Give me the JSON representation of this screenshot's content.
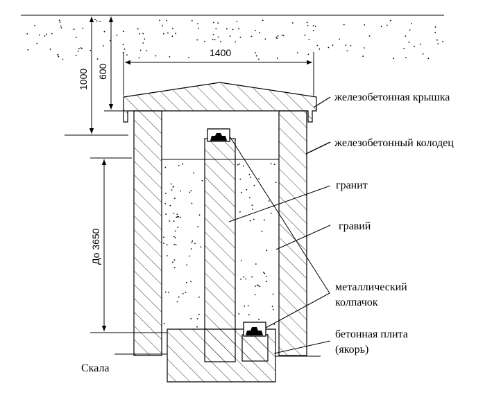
{
  "dimensions": {
    "width_1400": "1400",
    "depth_1000": "1000",
    "depth_600": "600",
    "depth_up_to_3650": "До 3650"
  },
  "labels": {
    "concrete_cover": "железобетонная крышка",
    "concrete_well": "железобетонный колодец",
    "granite": "гранит",
    "gravel": "гравий",
    "metal_cap_line1": "металлический",
    "metal_cap_line2": "колпачок",
    "concrete_slab_line1": "бетонная плита",
    "concrete_slab_line2": "(якорь)",
    "rock": "Скала"
  },
  "colors": {
    "line": "#000000",
    "background": "#ffffff"
  }
}
